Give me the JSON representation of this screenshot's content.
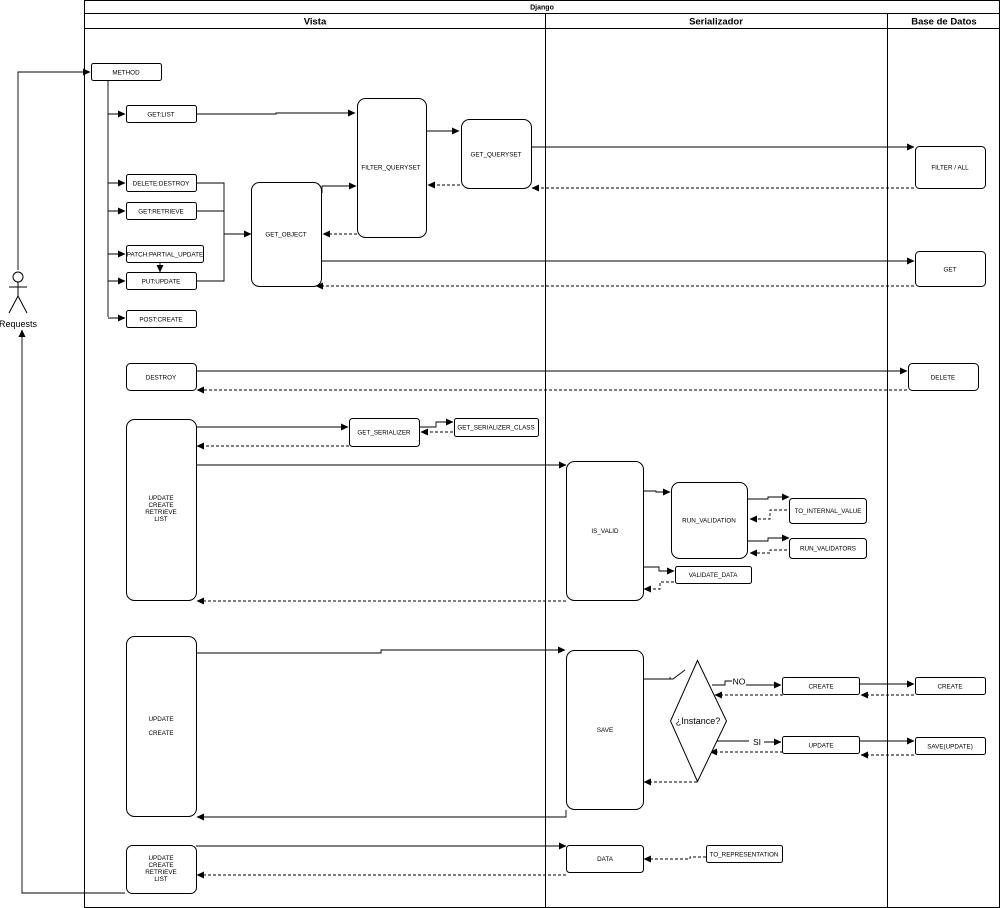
{
  "pool_title": "Django",
  "lanes": {
    "vista": "Vista",
    "serializador": "Serializador",
    "base_datos": "Base de Datos"
  },
  "actor": "Requests",
  "nodes": {
    "method": "METHOD",
    "get_list": "GET:LIST",
    "delete_destroy": "DELETE:DESTROY",
    "get_retrieve": "GET:RETRIEVE",
    "patch_partial_update": "PATCH:PARTIAL_UPDATE",
    "put_update": "PUT:UPDATE",
    "post_create": "POST:CREATE",
    "get_object": "GET_OBJECT",
    "filter_queryset": "FILTER_QUERYSET",
    "get_queryset": "GET_QUERYSET",
    "filter_all": "FILTER / ALL",
    "get_db": "GET",
    "destroy": "DESTROY",
    "delete_db": "DELETE",
    "get_serializer": "GET_SERIALIZER",
    "get_serializer_class": "GET_SERIALIZER_CLASS",
    "multi1": [
      "UPDATE",
      "CREATE",
      "RETRIEVE",
      "LIST"
    ],
    "is_valid": "IS_VALID",
    "run_validation": "RUN_VALIDATION",
    "to_internal_value": "TO_INTERNAL_VALUE",
    "run_validators": "RUN_VALIDATORS",
    "validate_data": "VALIDATE_DATA",
    "multi2": [
      "UPDATE",
      "",
      "CREATE"
    ],
    "save": "SAVE",
    "instance_decision": "¿Instance?",
    "create_ser": "CREATE",
    "update_ser": "UPDATE",
    "create_db": "CREATE",
    "save_update_db": "SAVE(UPDATE)",
    "multi3": [
      "UPDATE",
      "CREATE",
      "RETRIEVE",
      "LIST"
    ],
    "data": "DATA",
    "to_representation": "TO_REPRESENTATION"
  },
  "edge_labels": {
    "no": "NO",
    "si": "SI"
  }
}
